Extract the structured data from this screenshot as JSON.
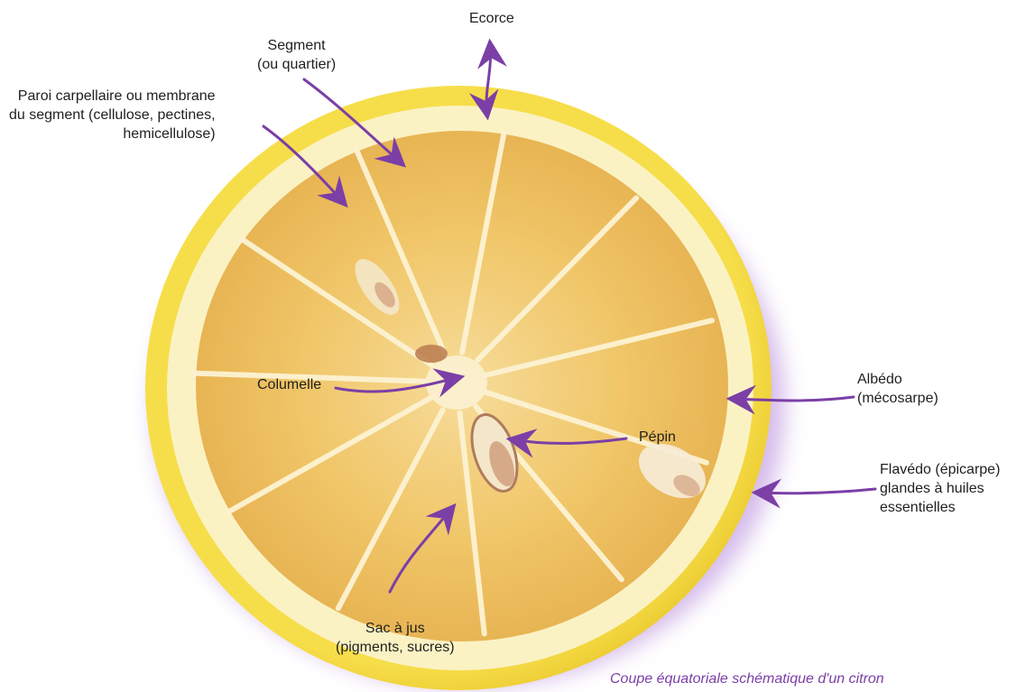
{
  "colors": {
    "rind": "#f4d93a",
    "albedo": "#fbf2c4",
    "pulp": "#f0c668",
    "pulp_dark": "#e8b353",
    "membrane": "#fdf3d3",
    "arrow": "#7b3fa6",
    "shadow": "#c7a5e4",
    "seed": "#f4e7c9",
    "seed_dark": "#a9705a"
  },
  "labels": {
    "ecorce": "Ecorce",
    "segment": [
      "Segment",
      "(ou quartier)"
    ],
    "paroi": [
      "Paroi carpellaire ou membrane",
      "du segment (cellulose, pectines,",
      "hemicellulose)"
    ],
    "columelle": "Columelle",
    "albedo": [
      "Albédo",
      "(mécosarpe)"
    ],
    "pepin": "Pépin",
    "flavedo": [
      "Flavédo (épicarpe)",
      "glandes à huiles",
      "essentielles"
    ],
    "sac": [
      "Sac à jus",
      "(pigments, sucres)"
    ]
  },
  "caption": "Coupe équatoriale schématique d'un citron"
}
